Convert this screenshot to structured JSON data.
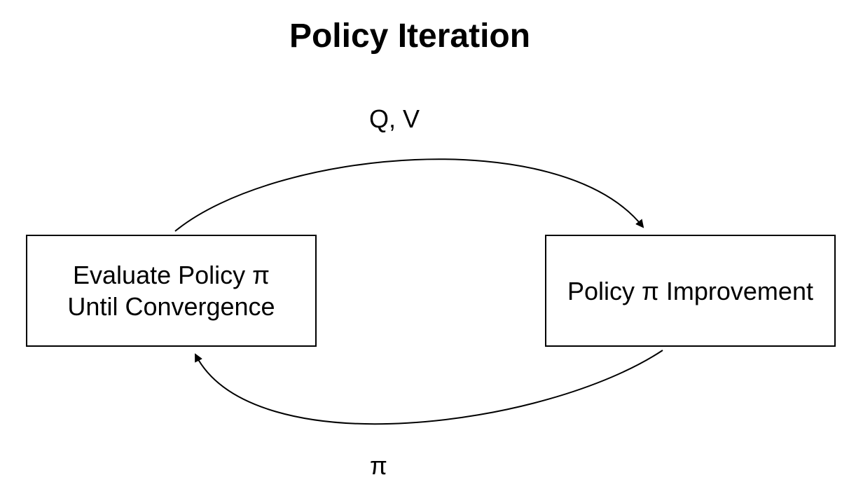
{
  "title": "Policy Iteration",
  "nodes": {
    "evaluate": {
      "line1": "Evaluate Policy π",
      "line2": "Until Convergence"
    },
    "improve": {
      "label": "Policy π Improvement"
    }
  },
  "edges": {
    "evaluate_to_improve": {
      "label": "Q, V"
    },
    "improve_to_evaluate": {
      "label": "π"
    }
  },
  "colors": {
    "stroke": "#000000",
    "background": "#ffffff"
  }
}
